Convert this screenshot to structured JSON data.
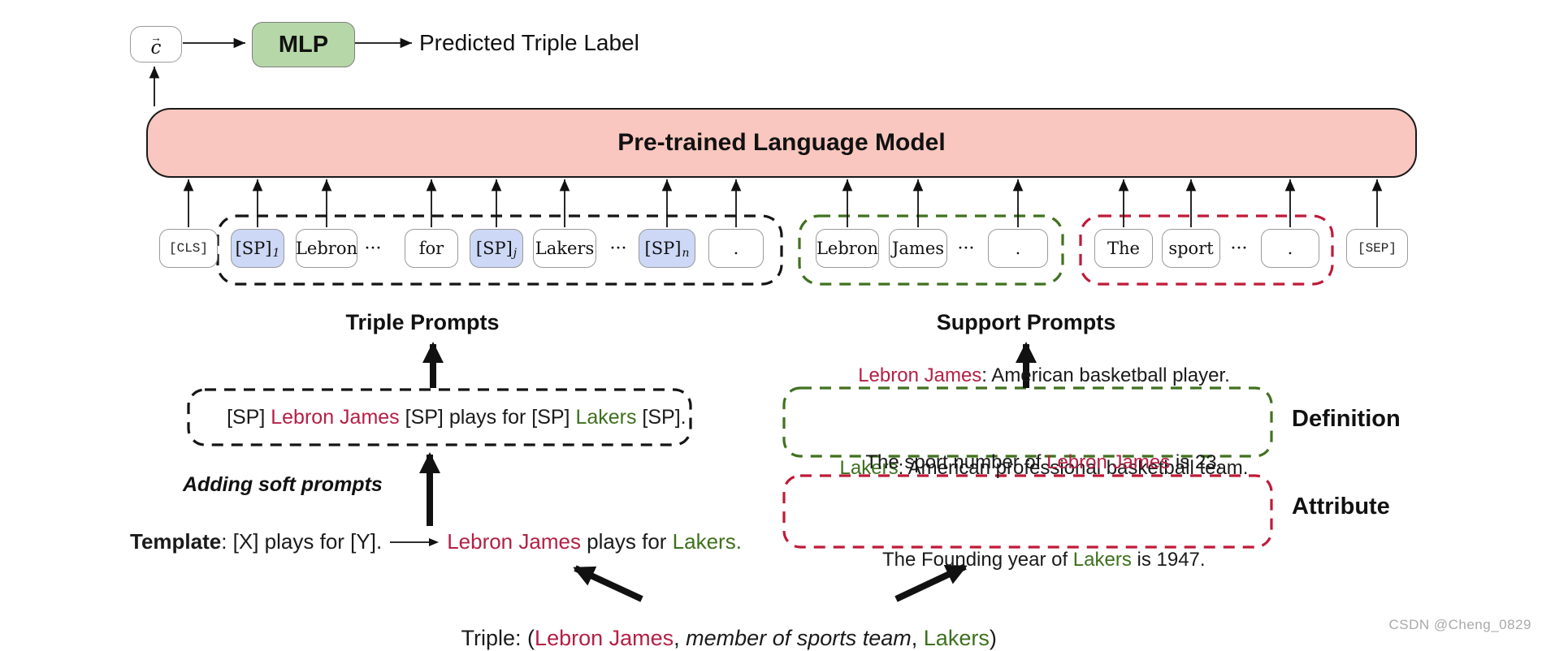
{
  "colors": {
    "plm_fill": "#f9c7bf",
    "mlp_fill": "#b6d7a8",
    "soft_prompt_fill": "#ccd8f5",
    "entity_red": "#b42045",
    "entity_green": "#3d701d",
    "dash_black": "#141414",
    "dash_green": "#40711f",
    "dash_red": "#bf1a38"
  },
  "top": {
    "c_arrow": "→",
    "c_label": "c",
    "mlp": "MLP",
    "output": "Predicted Triple Label"
  },
  "plm": {
    "title": "Pre-trained Language Model"
  },
  "tokens": {
    "cls": "[CLS]",
    "sep": "[SEP]",
    "triple": [
      {
        "label": "[SP]",
        "sub": "1",
        "type": "soft"
      },
      {
        "label": "Lebron",
        "type": "word"
      },
      {
        "label": "···",
        "type": "dots"
      },
      {
        "label": "for",
        "type": "word"
      },
      {
        "label": "[SP]",
        "sub": "j",
        "type": "soft"
      },
      {
        "label": "Lakers",
        "type": "word"
      },
      {
        "label": "···",
        "type": "dots"
      },
      {
        "label": "[SP]",
        "sub": "n",
        "type": "soft"
      },
      {
        "label": ".",
        "type": "word"
      }
    ],
    "definition": [
      {
        "label": "Lebron",
        "type": "word"
      },
      {
        "label": "James",
        "type": "word"
      },
      {
        "label": "···",
        "type": "dots"
      },
      {
        "label": ".",
        "type": "word"
      }
    ],
    "attribute": [
      {
        "label": "The",
        "type": "word"
      },
      {
        "label": "sport",
        "type": "word"
      },
      {
        "label": "···",
        "type": "dots"
      },
      {
        "label": ".",
        "type": "word"
      }
    ]
  },
  "section_labels": {
    "triple_prompts": "Triple Prompts",
    "support_prompts": "Support Prompts",
    "definition": "Definition",
    "attribute": "Attribute",
    "adding_soft_prompts": "Adding soft prompts"
  },
  "sp_sentence": [
    {
      "t": "[SP] ",
      "c": "black"
    },
    {
      "t": "Lebron James",
      "c": "red"
    },
    {
      "t": " [SP] plays for [SP] ",
      "c": "black"
    },
    {
      "t": "Lakers",
      "c": "green"
    },
    {
      "t": " [SP].",
      "c": "black"
    }
  ],
  "template": {
    "bold": "Template",
    "rest": ": [X] plays for [Y].",
    "result": [
      {
        "t": "Lebron James",
        "c": "red"
      },
      {
        "t": " plays for ",
        "c": "black"
      },
      {
        "t": "Lakers.",
        "c": "green"
      }
    ]
  },
  "definition_box": {
    "line1": [
      {
        "t": "Lebron James",
        "c": "red"
      },
      {
        "t": ": American basketball player.",
        "c": "black"
      }
    ],
    "line2": [
      {
        "t": "Lakers",
        "c": "green"
      },
      {
        "t": ": American professional basketball team.",
        "c": "black"
      }
    ]
  },
  "attribute_box": {
    "line1": [
      {
        "t": "The sport number of ",
        "c": "black"
      },
      {
        "t": "Lebron James",
        "c": "red"
      },
      {
        "t": " is 23.",
        "c": "black"
      }
    ],
    "line2": [
      {
        "t": "The Founding year of ",
        "c": "black"
      },
      {
        "t": "Lakers",
        "c": "green"
      },
      {
        "t": " is 1947.",
        "c": "black"
      }
    ]
  },
  "triple_line": [
    {
      "t": "Triple: (",
      "c": "black"
    },
    {
      "t": "Lebron James",
      "c": "red"
    },
    {
      "t": ", ",
      "c": "black"
    },
    {
      "t": "member of sports team",
      "c": "black-italic"
    },
    {
      "t": ", ",
      "c": "black"
    },
    {
      "t": "Lakers",
      "c": "green"
    },
    {
      "t": ")",
      "c": "black"
    }
  ],
  "watermark": "CSDN @Cheng_0829"
}
